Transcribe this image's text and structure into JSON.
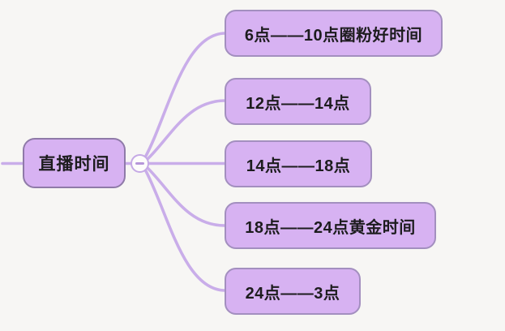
{
  "app": {
    "type": "mindmap",
    "background_color": "#f7f6f4"
  },
  "root_node": {
    "label": "直播时间"
  },
  "children": [
    {
      "label": "6点——10点圈粉好时间"
    },
    {
      "label": "12点——14点"
    },
    {
      "label": "14点——18点"
    },
    {
      "label": "18点——24点黄金时间"
    },
    {
      "label": "24点——3点"
    }
  ],
  "collapse_button": {
    "icon": "minus",
    "state": "expanded"
  },
  "colors": {
    "node_fill": "#d7b2f2",
    "root_border": "#8f7aa8",
    "child_border": "#a38fbf",
    "branch": "#c9ade9",
    "text": "#1d1c1e",
    "background": "#f7f6f4"
  }
}
